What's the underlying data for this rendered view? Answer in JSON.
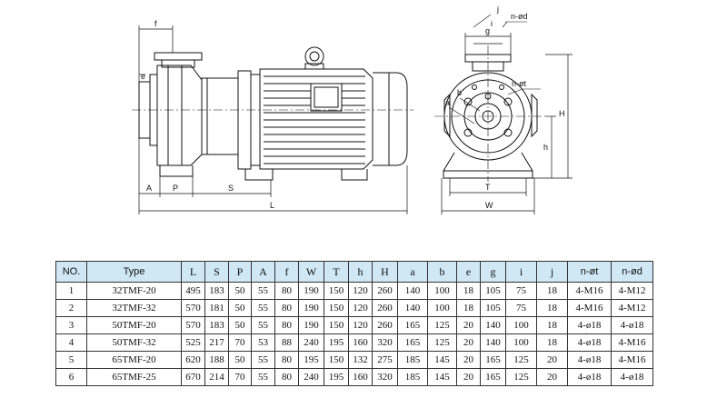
{
  "drawing": {
    "side_labels": {
      "f": "f",
      "e": "e",
      "A": "A",
      "P": "P",
      "S": "S",
      "L": "L"
    },
    "front_labels": {
      "j": "j",
      "nd": "n-ød",
      "i": "i",
      "g": "g",
      "nt": "n-øt",
      "b": "b",
      "a": "a",
      "H": "H",
      "h": "h",
      "T": "T",
      "W": "W"
    }
  },
  "table": {
    "headers": [
      "NO.",
      "Type",
      "L",
      "S",
      "P",
      "A",
      "f",
      "W",
      "T",
      "h",
      "H",
      "a",
      "b",
      "e",
      "g",
      "i",
      "j",
      "n-øt",
      "n-ød"
    ],
    "rows": [
      [
        "1",
        "32TMF-20",
        "495",
        "183",
        "50",
        "55",
        "80",
        "190",
        "150",
        "120",
        "260",
        "140",
        "100",
        "18",
        "105",
        "75",
        "18",
        "4-M16",
        "4-M12"
      ],
      [
        "2",
        "32TMF-32",
        "570",
        "181",
        "50",
        "55",
        "80",
        "190",
        "150",
        "120",
        "260",
        "140",
        "100",
        "18",
        "105",
        "75",
        "18",
        "4-M16",
        "4-M12"
      ],
      [
        "3",
        "50TMF-20",
        "570",
        "183",
        "50",
        "55",
        "80",
        "190",
        "150",
        "120",
        "260",
        "165",
        "125",
        "20",
        "140",
        "100",
        "18",
        "4-ø18",
        "4-ø18"
      ],
      [
        "4",
        "50TMF-32",
        "525",
        "217",
        "70",
        "53",
        "88",
        "240",
        "195",
        "160",
        "320",
        "165",
        "125",
        "20",
        "140",
        "100",
        "18",
        "4-ø18",
        "4-M16"
      ],
      [
        "5",
        "65TMF-20",
        "620",
        "188",
        "50",
        "55",
        "80",
        "195",
        "150",
        "132",
        "275",
        "185",
        "145",
        "20",
        "165",
        "125",
        "20",
        "4-ø18",
        "4-M16"
      ],
      [
        "6",
        "65TMF-25",
        "670",
        "214",
        "70",
        "55",
        "80",
        "240",
        "195",
        "160",
        "320",
        "185",
        "145",
        "20",
        "165",
        "125",
        "20",
        "4-ø18",
        "4-ø18"
      ]
    ]
  }
}
